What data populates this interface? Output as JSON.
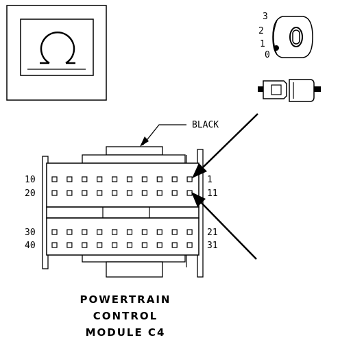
{
  "omega_box": {
    "icon": "omega-symbol"
  },
  "connector_label": "BLACK",
  "row_labels": {
    "left": [
      "10",
      "20",
      "30",
      "40"
    ],
    "right": [
      "1",
      "11",
      "21",
      "31"
    ]
  },
  "pins_per_row": 10,
  "title_lines": [
    "POWERTRAIN",
    "CONTROL",
    "MODULE C4"
  ],
  "key_positions": [
    "3",
    "2",
    "1",
    "0"
  ]
}
